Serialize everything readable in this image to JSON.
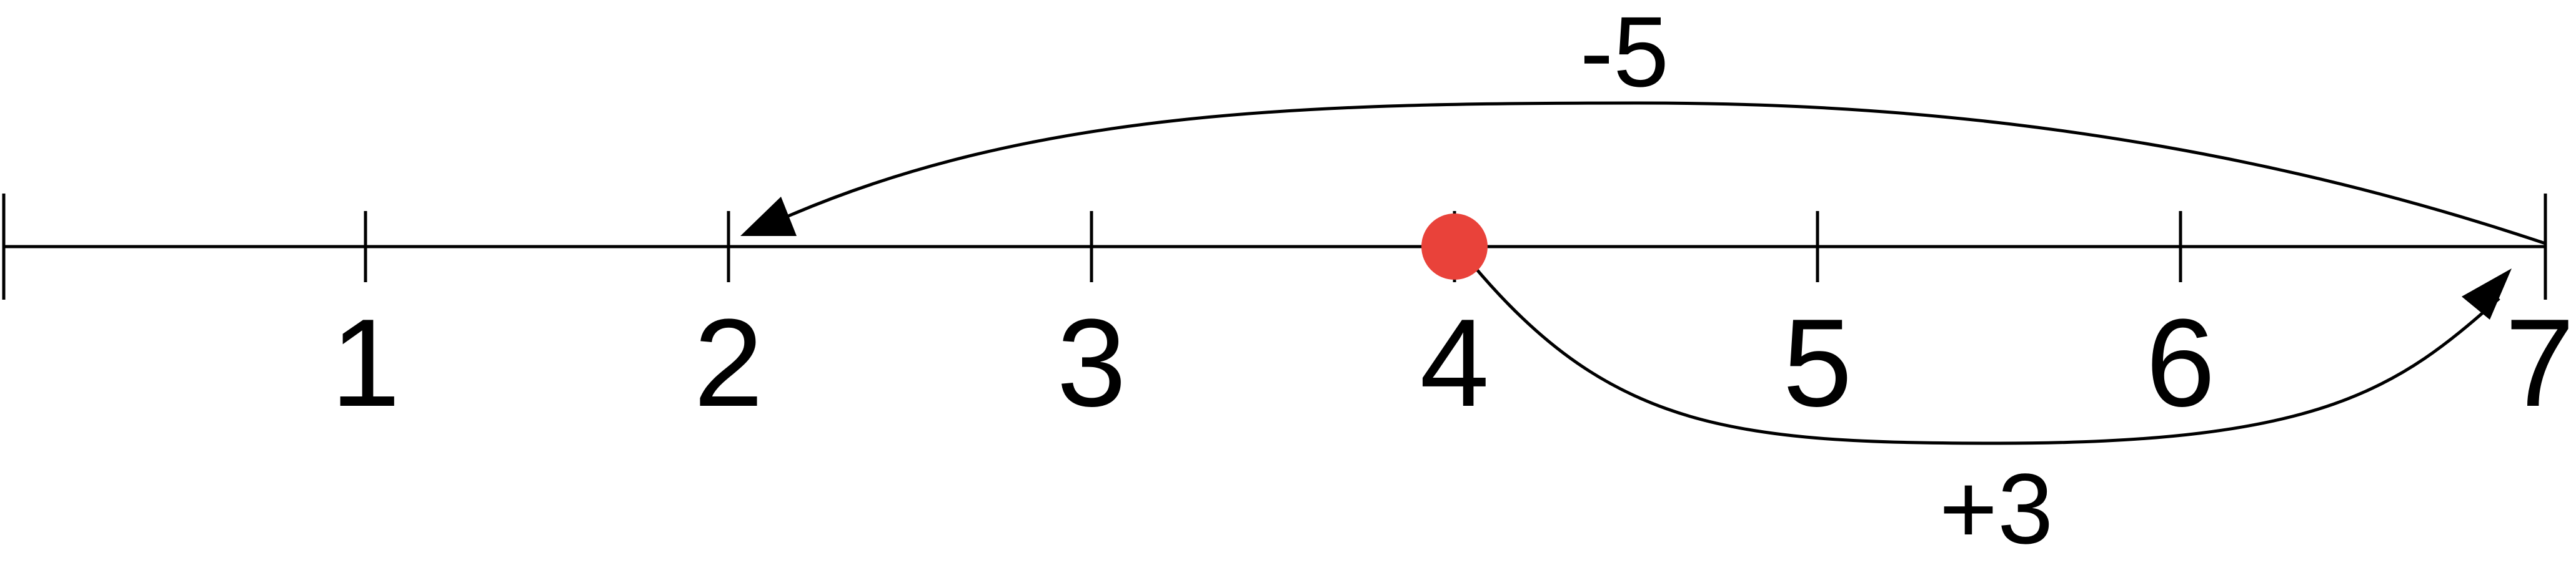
{
  "number_line": {
    "labels": [
      "1",
      "2",
      "3",
      "4",
      "5",
      "6",
      "7"
    ],
    "line_color": "#000000"
  },
  "start_point": {
    "value": 4,
    "color": "#e9423a"
  },
  "jumps": [
    {
      "label": "+3",
      "from": 4,
      "to": 7,
      "arrow": "arrowhead-icon"
    },
    {
      "label": "-5",
      "from": 7,
      "to": 2,
      "arrow": "arrowhead-icon"
    }
  ]
}
